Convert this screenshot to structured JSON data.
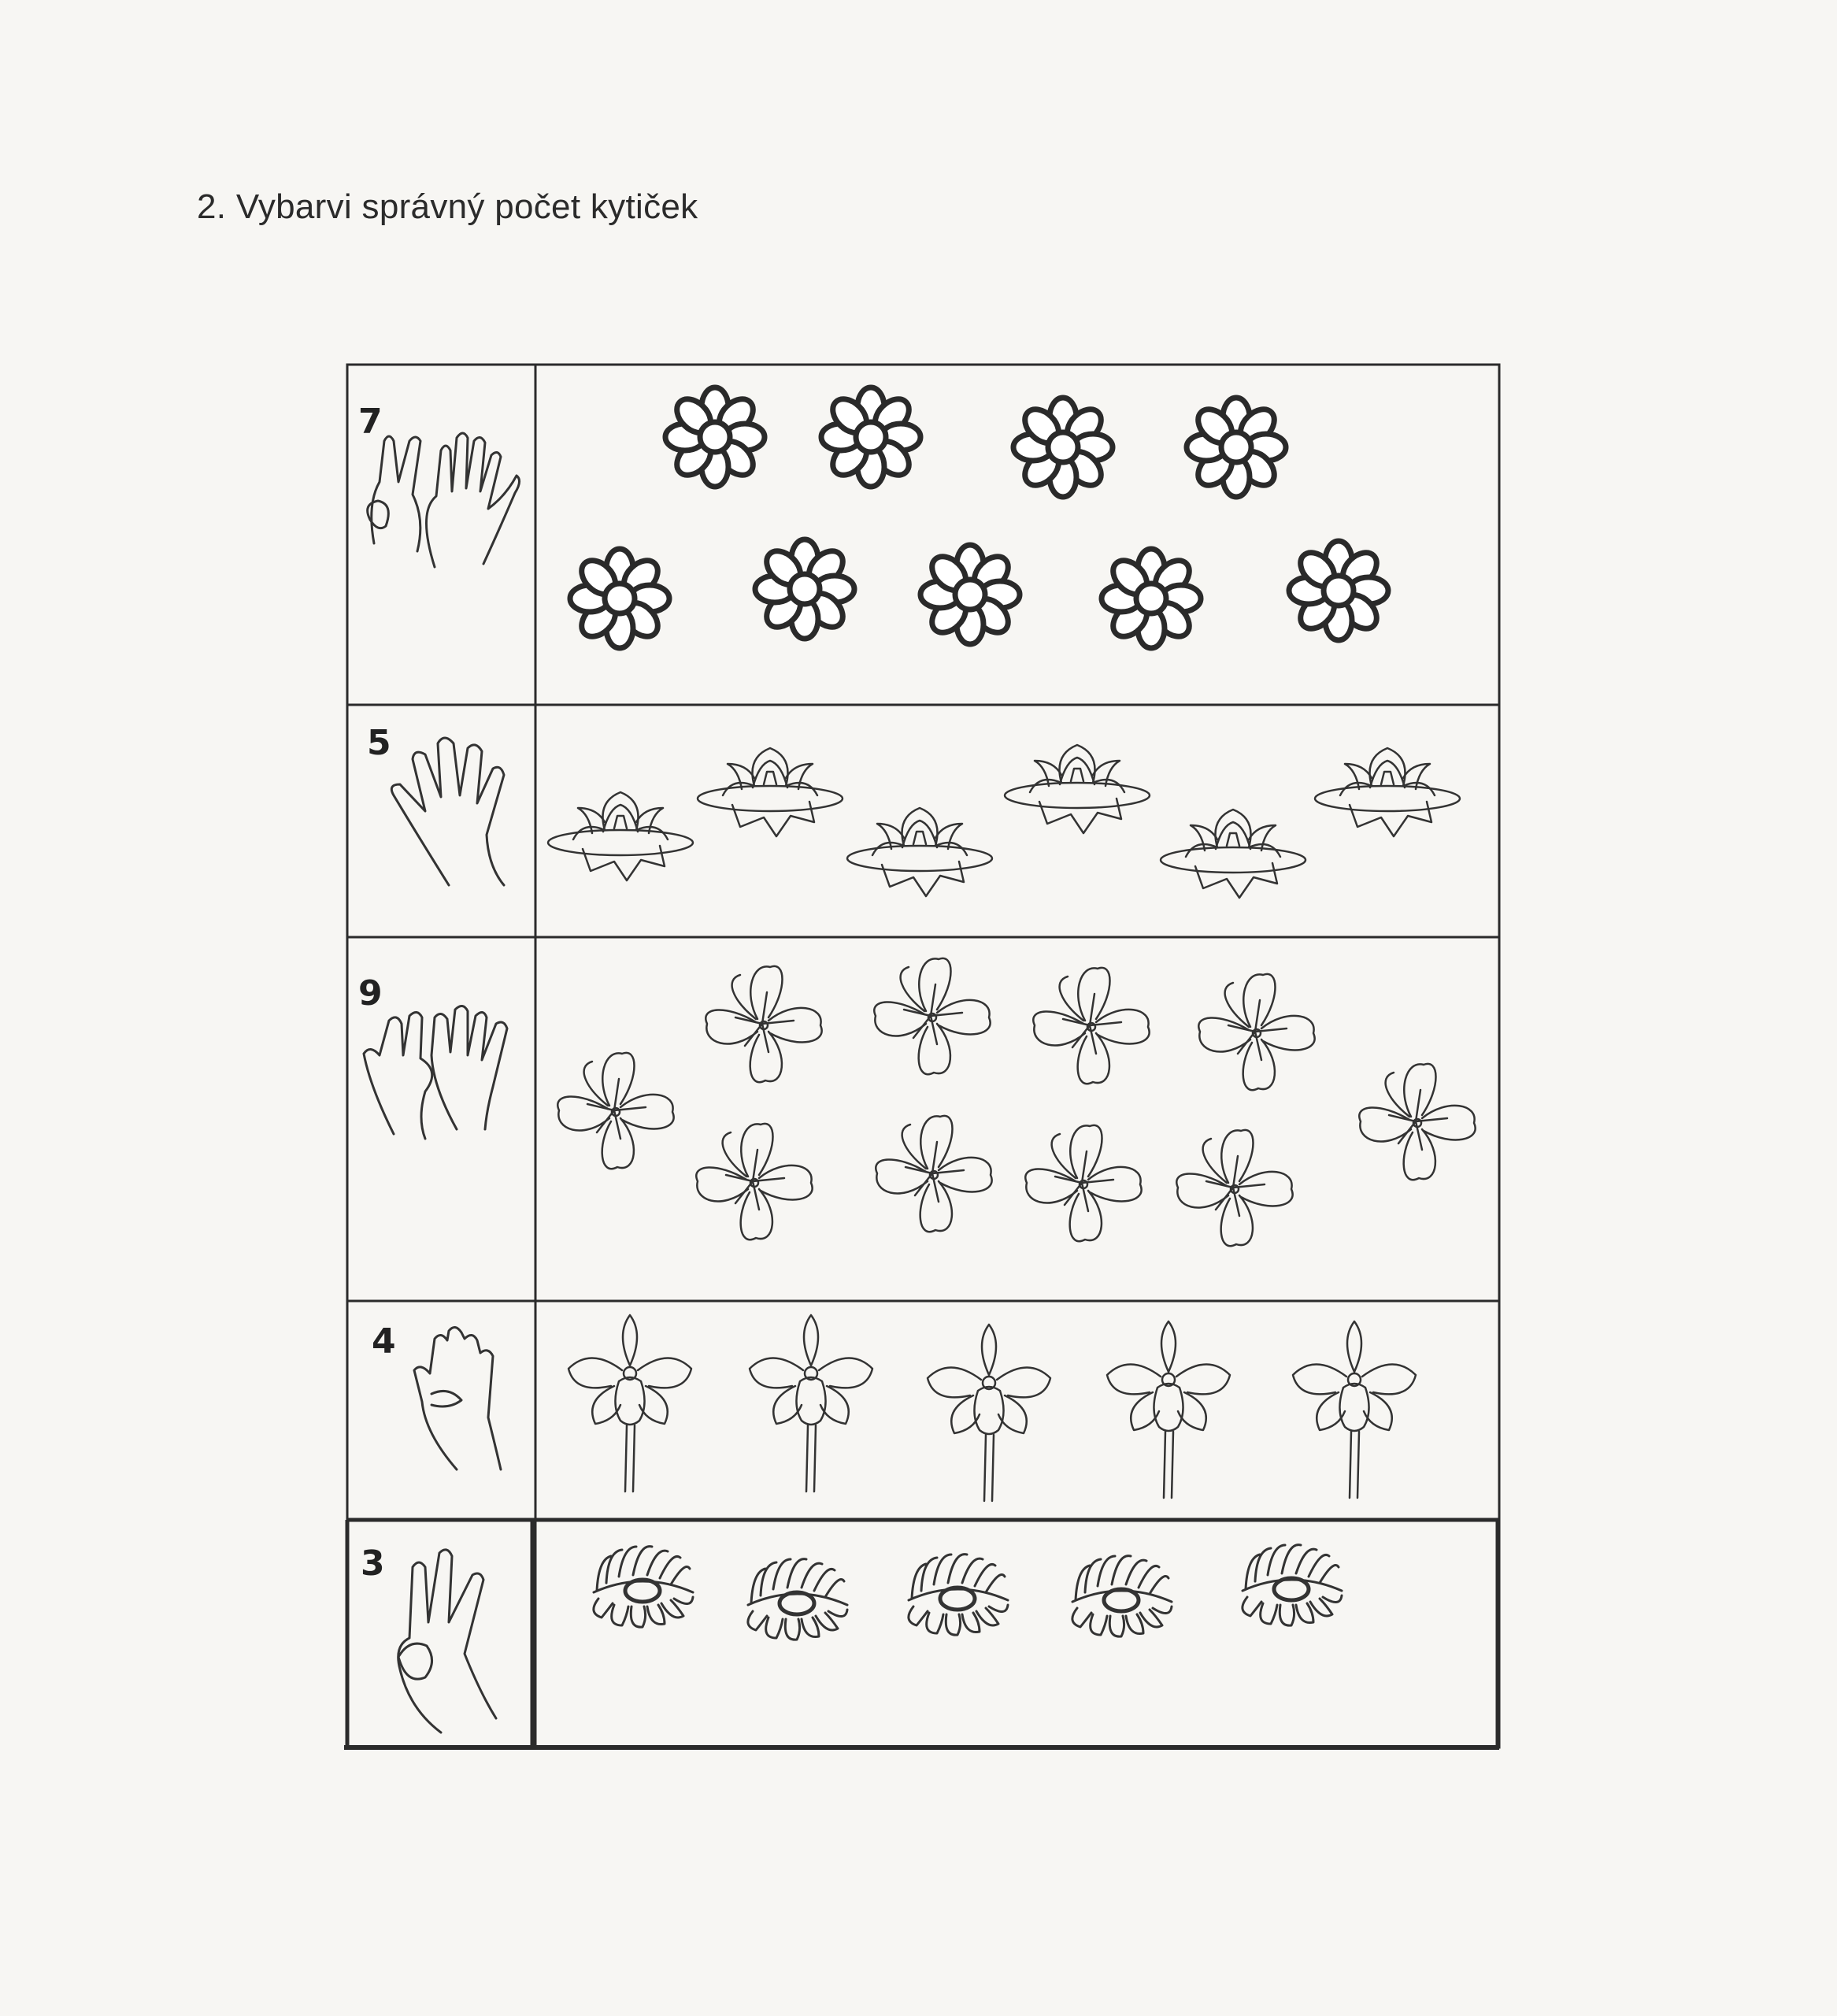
{
  "title": "2. Vybarvi správný počet kytiček",
  "rows": [
    {
      "number": "7",
      "fingers": "7",
      "flower_icon": "daisy-icon",
      "flower_count": 9
    },
    {
      "number": "5",
      "fingers": "5",
      "flower_icon": "water-lily-icon",
      "flower_count": 6
    },
    {
      "number": "9",
      "fingers": "9",
      "flower_icon": "hibiscus-icon",
      "flower_count": 10
    },
    {
      "number": "4",
      "fingers": "4",
      "flower_icon": "orchid-icon",
      "flower_count": 5
    },
    {
      "number": "3",
      "fingers": "3",
      "flower_icon": "aster-icon",
      "flower_count": 5
    }
  ]
}
